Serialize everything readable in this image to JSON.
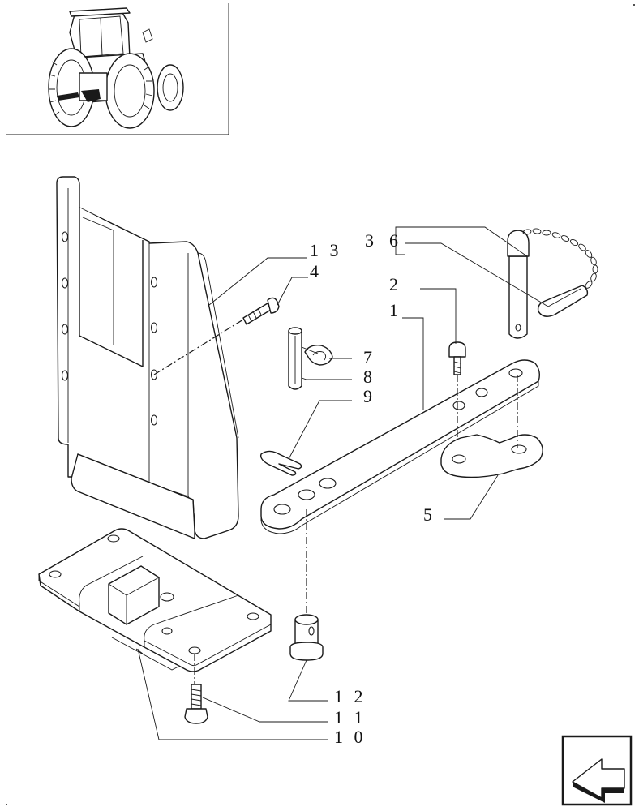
{
  "diagram": {
    "callouts": [
      {
        "id": "13",
        "text": "1 3"
      },
      {
        "id": "4",
        "text": "4"
      },
      {
        "id": "3",
        "text": "3"
      },
      {
        "id": "6",
        "text": "6"
      },
      {
        "id": "2",
        "text": "2"
      },
      {
        "id": "1",
        "text": "1"
      },
      {
        "id": "7",
        "text": "7"
      },
      {
        "id": "8",
        "text": "8"
      },
      {
        "id": "9",
        "text": "9"
      },
      {
        "id": "5",
        "text": "5"
      },
      {
        "id": "12",
        "text": "1 2"
      },
      {
        "id": "11",
        "text": "1 1"
      },
      {
        "id": "10",
        "text": "1 0"
      }
    ],
    "icons": {
      "thumbnail": "tractor-rear-view-icon",
      "navigation": "previous-page-arrow-icon"
    }
  }
}
